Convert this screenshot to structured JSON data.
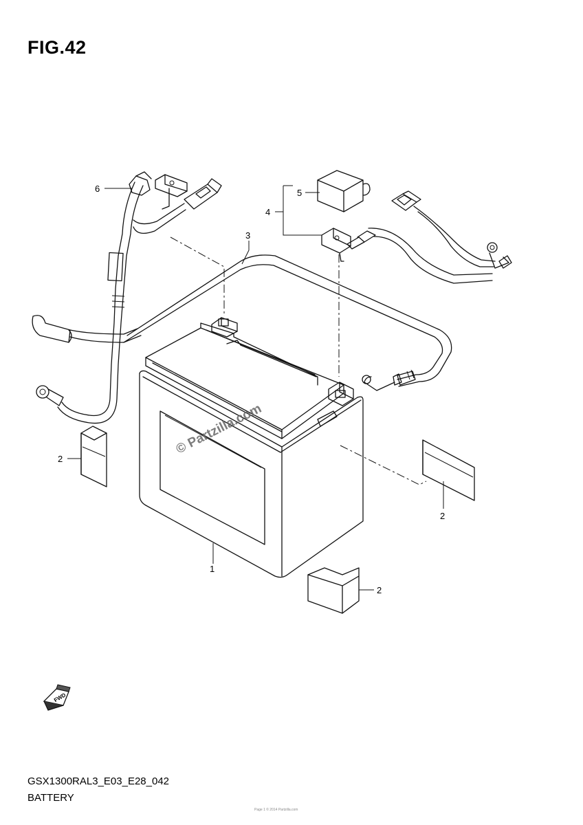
{
  "title": "FIG.42",
  "model_code": "GSX1300RAL3_E03_E28_042",
  "section_name": "BATTERY",
  "watermark": "© Partzilla.com",
  "fwd_label": "FWD",
  "footer_note": "Page 1 © 2014 Partzilla.com",
  "callouts": [
    {
      "id": "callout-6",
      "label": "6"
    },
    {
      "id": "callout-5",
      "label": "5"
    },
    {
      "id": "callout-4",
      "label": "4"
    },
    {
      "id": "callout-3",
      "label": "3"
    },
    {
      "id": "callout-2-left",
      "label": "2"
    },
    {
      "id": "callout-2-right",
      "label": "2"
    },
    {
      "id": "callout-1",
      "label": "1"
    },
    {
      "id": "callout-2-bottom",
      "label": "2"
    }
  ]
}
